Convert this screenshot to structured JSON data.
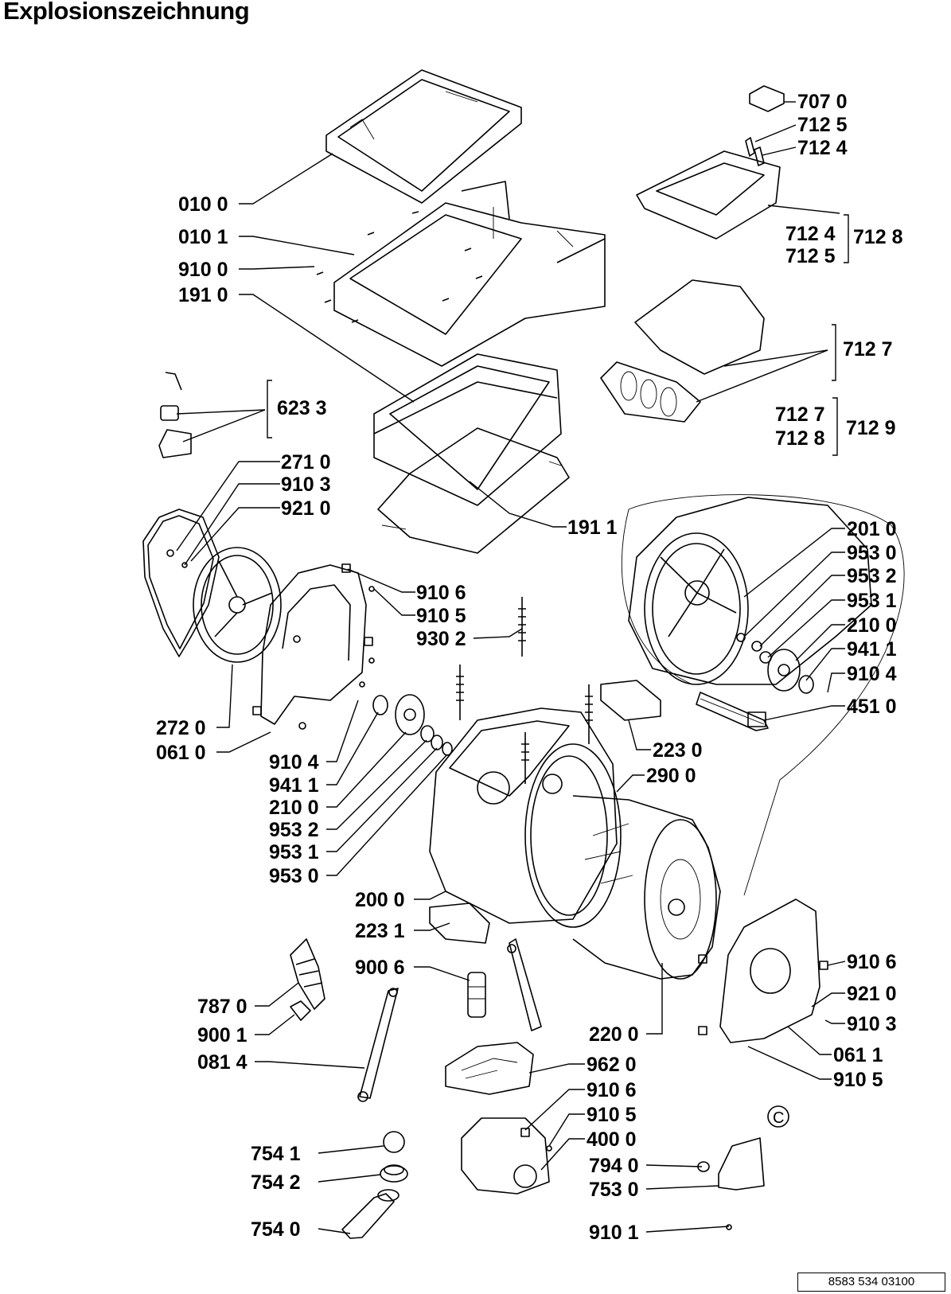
{
  "title": "Explosionszeichnung",
  "document_number": "8583 534 03100",
  "callouts": {
    "l0100": "010 0",
    "l0101": "010 1",
    "l9100": "910 0",
    "l1910": "191 0",
    "l6233": "623 3",
    "l2710": "271 0",
    "l9103a": "910 3",
    "l9210a": "921 0",
    "l1911": "191 1",
    "l9106a": "910 6",
    "l9105a": "910 5",
    "l9302": "930 2",
    "l2720": "272 0",
    "l0610": "061 0",
    "l9104a": "910 4",
    "l9411a": "941 1",
    "l2100a": "210 0",
    "l9532a": "953 2",
    "l9531a": "953 1",
    "l9530a": "953 0",
    "l2000": "200 0",
    "l2231": "223 1",
    "l9006": "900 6",
    "l2230": "223 0",
    "l2900": "290 0",
    "l7870": "787 0",
    "l9001": "900 1",
    "l0814": "081 4",
    "l2200": "220 0",
    "l7070": "707 0",
    "l7125a": "712 5",
    "l7124a": "712 4",
    "l7124b": "712 4",
    "l7125b": "712 5",
    "l7128a": "712 8",
    "l7127a": "712 7",
    "l7127b": "712 7",
    "l7128b": "712 8",
    "l7129": "712 9",
    "l2010": "201 0",
    "l9530b": "953 0",
    "l9532b": "953 2",
    "l9531b": "953 1",
    "l2100b": "210 0",
    "l9411b": "941 1",
    "l9104b": "910 4",
    "l4510": "451 0",
    "l9106b": "910 6",
    "l9210b": "921 0",
    "l9103b": "910 3",
    "l0611": "061 1",
    "l9105b": "910 5",
    "l9620": "962 0",
    "l9106c": "910 6",
    "l9105c": "910 5",
    "l4000": "400 0",
    "l7940": "794 0",
    "l7530": "753 0",
    "l9101": "910 1",
    "l7541": "754 1",
    "l7542": "754 2",
    "l7540": "754 0",
    "circle_c": "C"
  }
}
